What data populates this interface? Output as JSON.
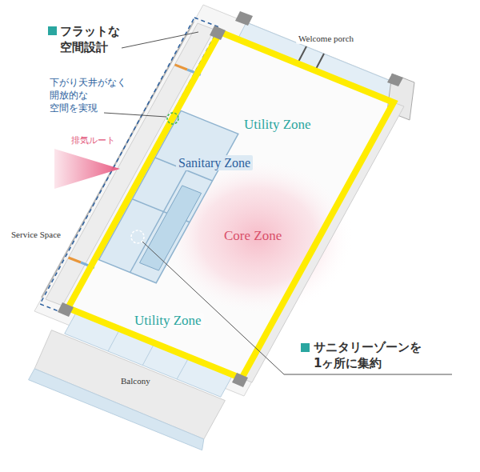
{
  "diagram": {
    "labels": [
      "フラットな 空間設計",
      "下がり天井がなく 開放的な 空間を実現",
      "排気ルート",
      "Welcome porch",
      "Utility Zone",
      "Sanitary Zone",
      "Core Zone",
      "Service Space",
      "Utility Zone",
      "Balcony",
      "サニタリーゾーンを 1ヶ所に集約"
    ]
  }
}
